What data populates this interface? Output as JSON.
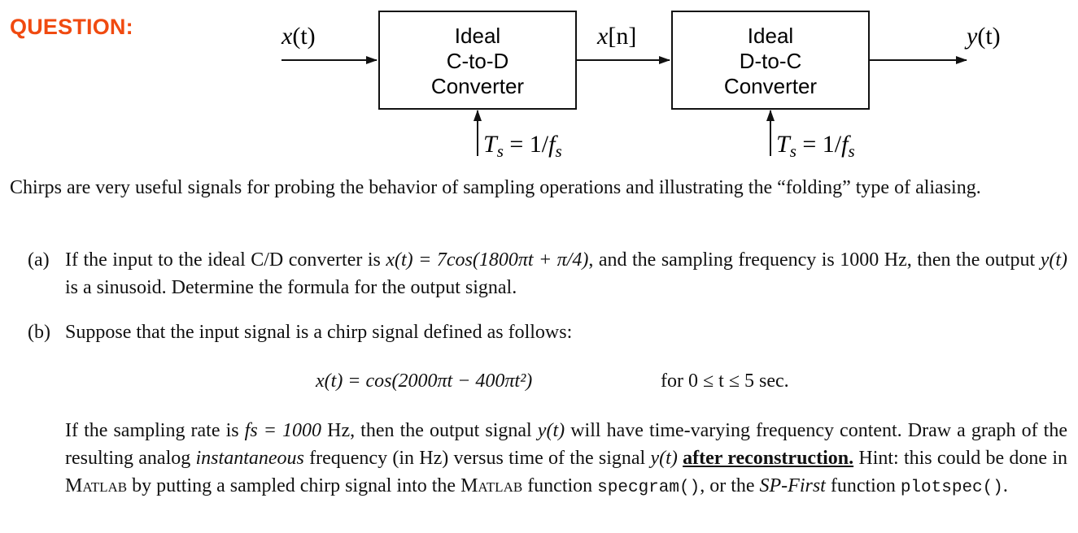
{
  "header": {
    "question_label": "QUESTION:"
  },
  "diagram": {
    "input_signal": {
      "name": "x",
      "arg": "(t)"
    },
    "cd_box": {
      "line1": "Ideal",
      "line2": "C-to-D",
      "line3": "Converter"
    },
    "discrete_signal": {
      "name": "x",
      "arg": "[n]"
    },
    "dc_box": {
      "line1": "Ideal",
      "line2": "D-to-C",
      "line3": "Converter"
    },
    "output_signal": {
      "name": "y",
      "arg": "(t)"
    },
    "sampling_label": {
      "T": "T",
      "sub": "s",
      "mid": " = 1/",
      "f": "f",
      "fsub": "s"
    }
  },
  "intro": {
    "text": "Chirps are very useful signals for probing the behavior of sampling operations and illustrating the “folding” type of aliasing."
  },
  "part_a": {
    "label": "(a)",
    "t1": "If the input to the ideal C/D converter is ",
    "eq": "x(t) = 7cos(1800πt + π/4)",
    "t2": ", and the sampling frequency is 1000 Hz, then the output ",
    "y": "y(t)",
    "t3": " is a sinusoid. Determine the formula for the output signal."
  },
  "part_b": {
    "label": "(b)",
    "intro": "Suppose that the input signal is a chirp signal defined as follows:",
    "equation": "x(t) = cos(2000πt − 400πt²)",
    "condition": "for 0 ≤ t ≤ 5 sec.",
    "p1": "If the sampling rate is ",
    "fs": "fs = 1000",
    "p2": " Hz, then the output signal ",
    "y1": "y(t)",
    "p3": " will have time-varying frequency content. Draw a graph of the resulting analog ",
    "inst": "instantaneous",
    "p4": " frequency (in Hz) versus time of the signal ",
    "y2": "y(t)",
    "after": "after reconstruction.",
    "p5": " Hint: this could be done in ",
    "matlab1": "Matlab",
    "p6": " by putting a sampled chirp signal into the ",
    "matlab2": "Matlab",
    "p7": " function ",
    "code1": "specgram()",
    "p8": ", or the ",
    "book": "SP-First",
    "p9": " function ",
    "code2": "plotspec()",
    "p10": "."
  }
}
